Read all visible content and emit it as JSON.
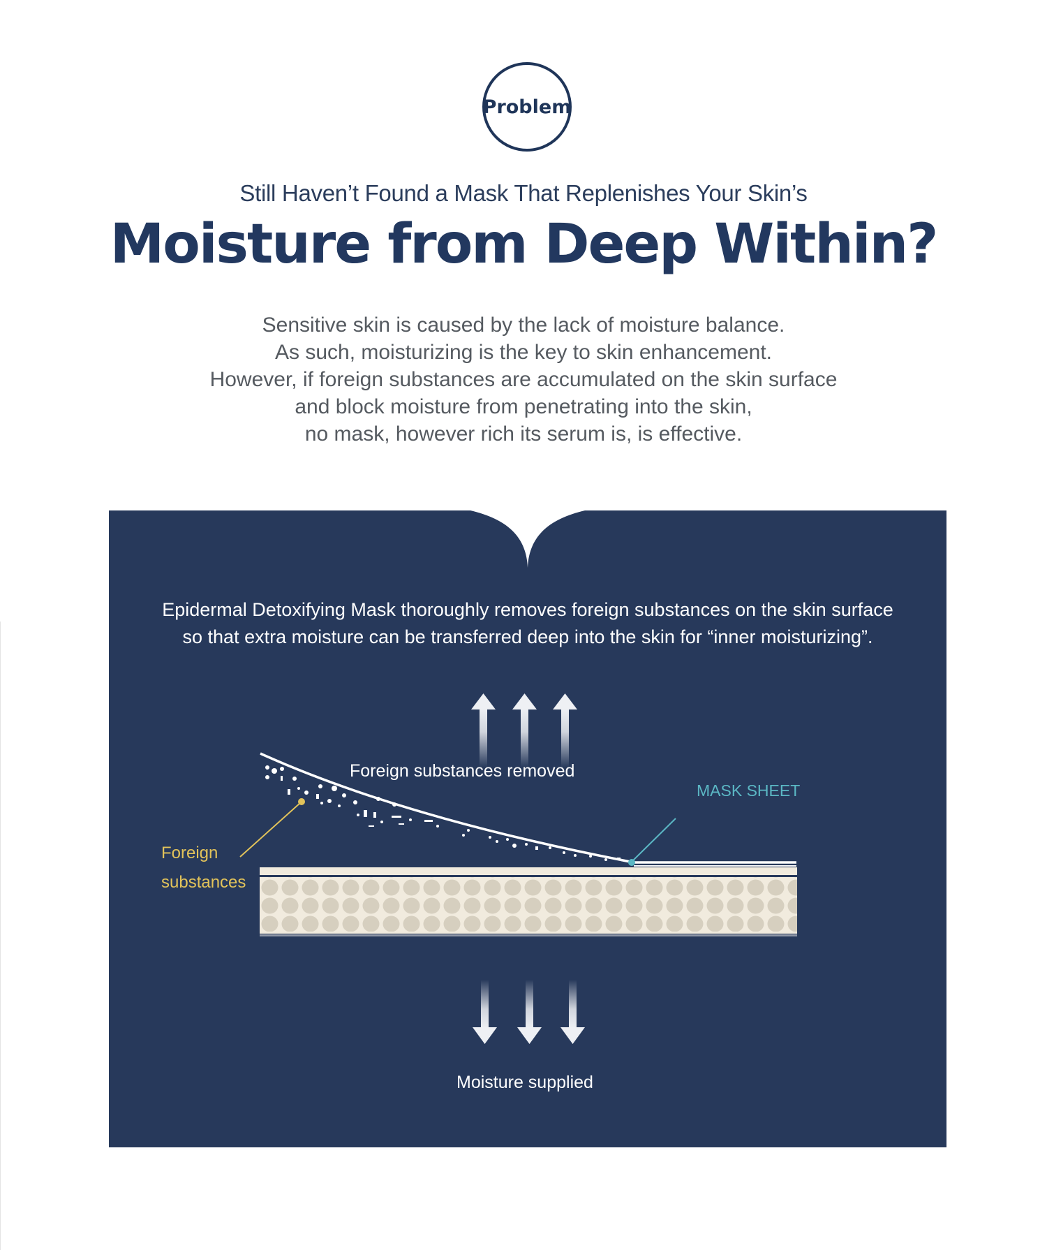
{
  "badge": {
    "label": "Problem",
    "icon": "circle-outline"
  },
  "header": {
    "kicker": "Still Haven’t Found a Mask That Replenishes Your Skin’s",
    "headline": "Moisture from Deep Within?"
  },
  "intro": {
    "lines": [
      "Sensitive skin is caused by the lack of moisture balance.",
      "As such, moisturizing is the key to skin enhancement.",
      "However, if foreign substances are accumulated on the skin surface",
      "and block moisture from penetrating into the skin,",
      "no mask, however rich its serum is, is effective."
    ]
  },
  "panel": {
    "background": "#27395b",
    "description": [
      "Epidermal Detoxifying Mask thoroughly removes foreign substances on the skin surface",
      "so that extra moisture can be transferred deep into the skin for “inner moisturizing”."
    ],
    "diagram": {
      "removed_label": "Foreign substances removed",
      "mask_label": "MASK SHEET",
      "foreign_label_line1": "Foreign",
      "foreign_label_line2": "substances",
      "moisture_label": "Moisture supplied",
      "colors": {
        "mask_callout": "#5bb7c4",
        "foreign_callout": "#e2c35a",
        "skin_layer": "#f1ebde",
        "skin_cells": "#d6cfbf",
        "arrows": "#eef0f4"
      }
    }
  }
}
